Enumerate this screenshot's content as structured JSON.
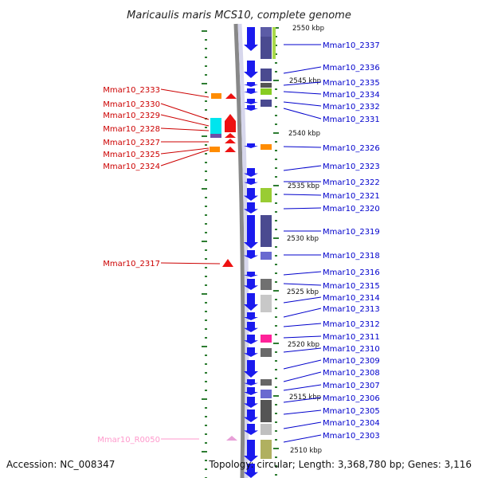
{
  "title": "Maricaulis maris MCS10, complete genome",
  "footer": {
    "accession": "Accession: NC_008347",
    "topology": "Topology: circular; Length: 3,368,780 bp; Genes: 3,116"
  },
  "kbp_labels": [
    {
      "text": "2550 kbp",
      "kbp": 2550
    },
    {
      "text": "2545 kbp",
      "kbp": 2545
    },
    {
      "text": "2540 kbp",
      "kbp": 2540
    },
    {
      "text": "2535 kbp",
      "kbp": 2535
    },
    {
      "text": "2530 kbp",
      "kbp": 2530
    },
    {
      "text": "2525 kbp",
      "kbp": 2525
    },
    {
      "text": "2520 kbp",
      "kbp": 2520
    },
    {
      "text": "2515 kbp",
      "kbp": 2515
    },
    {
      "text": "2510 kbp",
      "kbp": 2510
    }
  ],
  "reverse_strand_genes": [
    {
      "name": "Mmar10_2333",
      "kind": "cds"
    },
    {
      "name": "Mmar10_2330",
      "kind": "cds"
    },
    {
      "name": "Mmar10_2329",
      "kind": "cds"
    },
    {
      "name": "Mmar10_2328",
      "kind": "cds"
    },
    {
      "name": "Mmar10_2327",
      "kind": "cds"
    },
    {
      "name": "Mmar10_2325",
      "kind": "cds"
    },
    {
      "name": "Mmar10_2324",
      "kind": "cds"
    },
    {
      "name": "Mmar10_2317",
      "kind": "cds"
    },
    {
      "name": "Mmar10_R0050",
      "kind": "rna"
    }
  ],
  "forward_strand_genes": [
    {
      "name": "Mmar10_2337"
    },
    {
      "name": "Mmar10_2336"
    },
    {
      "name": "Mmar10_2335"
    },
    {
      "name": "Mmar10_2334"
    },
    {
      "name": "Mmar10_2332"
    },
    {
      "name": "Mmar10_2331"
    },
    {
      "name": "Mmar10_2326"
    },
    {
      "name": "Mmar10_2323"
    },
    {
      "name": "Mmar10_2322"
    },
    {
      "name": "Mmar10_2321"
    },
    {
      "name": "Mmar10_2320"
    },
    {
      "name": "Mmar10_2319"
    },
    {
      "name": "Mmar10_2318"
    },
    {
      "name": "Mmar10_2316"
    },
    {
      "name": "Mmar10_2315"
    },
    {
      "name": "Mmar10_2314"
    },
    {
      "name": "Mmar10_2313"
    },
    {
      "name": "Mmar10_2312"
    },
    {
      "name": "Mmar10_2311"
    },
    {
      "name": "Mmar10_2310"
    },
    {
      "name": "Mmar10_2309"
    },
    {
      "name": "Mmar10_2308"
    },
    {
      "name": "Mmar10_2307"
    },
    {
      "name": "Mmar10_2306"
    },
    {
      "name": "Mmar10_2305"
    },
    {
      "name": "Mmar10_2304"
    },
    {
      "name": "Mmar10_2303"
    }
  ],
  "colors": {
    "label_reverse": "#cc0000",
    "label_forward": "#0000cc",
    "label_rna": "#ff99cc",
    "tick_green": "#2e7d32",
    "backbone": "#888888",
    "cds_forward": "#1a1aee",
    "cds_reverse": "#ee1111"
  }
}
